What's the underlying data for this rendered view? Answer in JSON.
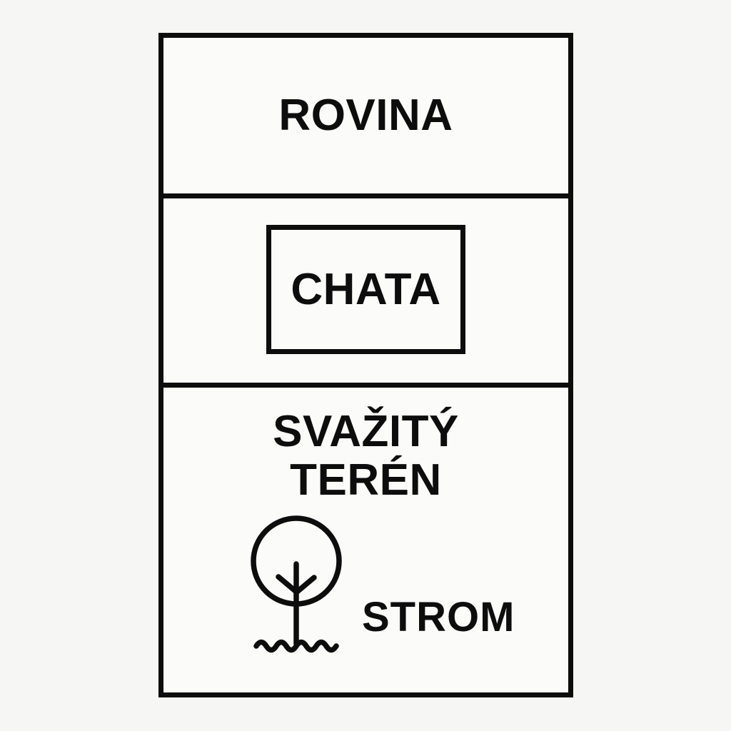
{
  "colors": {
    "background": "#f6f6f4",
    "surface": "#fbfbfa",
    "ink": "#0d0d0d"
  },
  "plan": {
    "top_section": {
      "label": "ROVINA"
    },
    "middle_section": {
      "building_label": "CHATA"
    },
    "bottom_section": {
      "label_line1": "SVAŽITÝ",
      "label_line2": "TERÉN",
      "tree_icon": "tree-icon",
      "tree_label": "STROM"
    }
  }
}
